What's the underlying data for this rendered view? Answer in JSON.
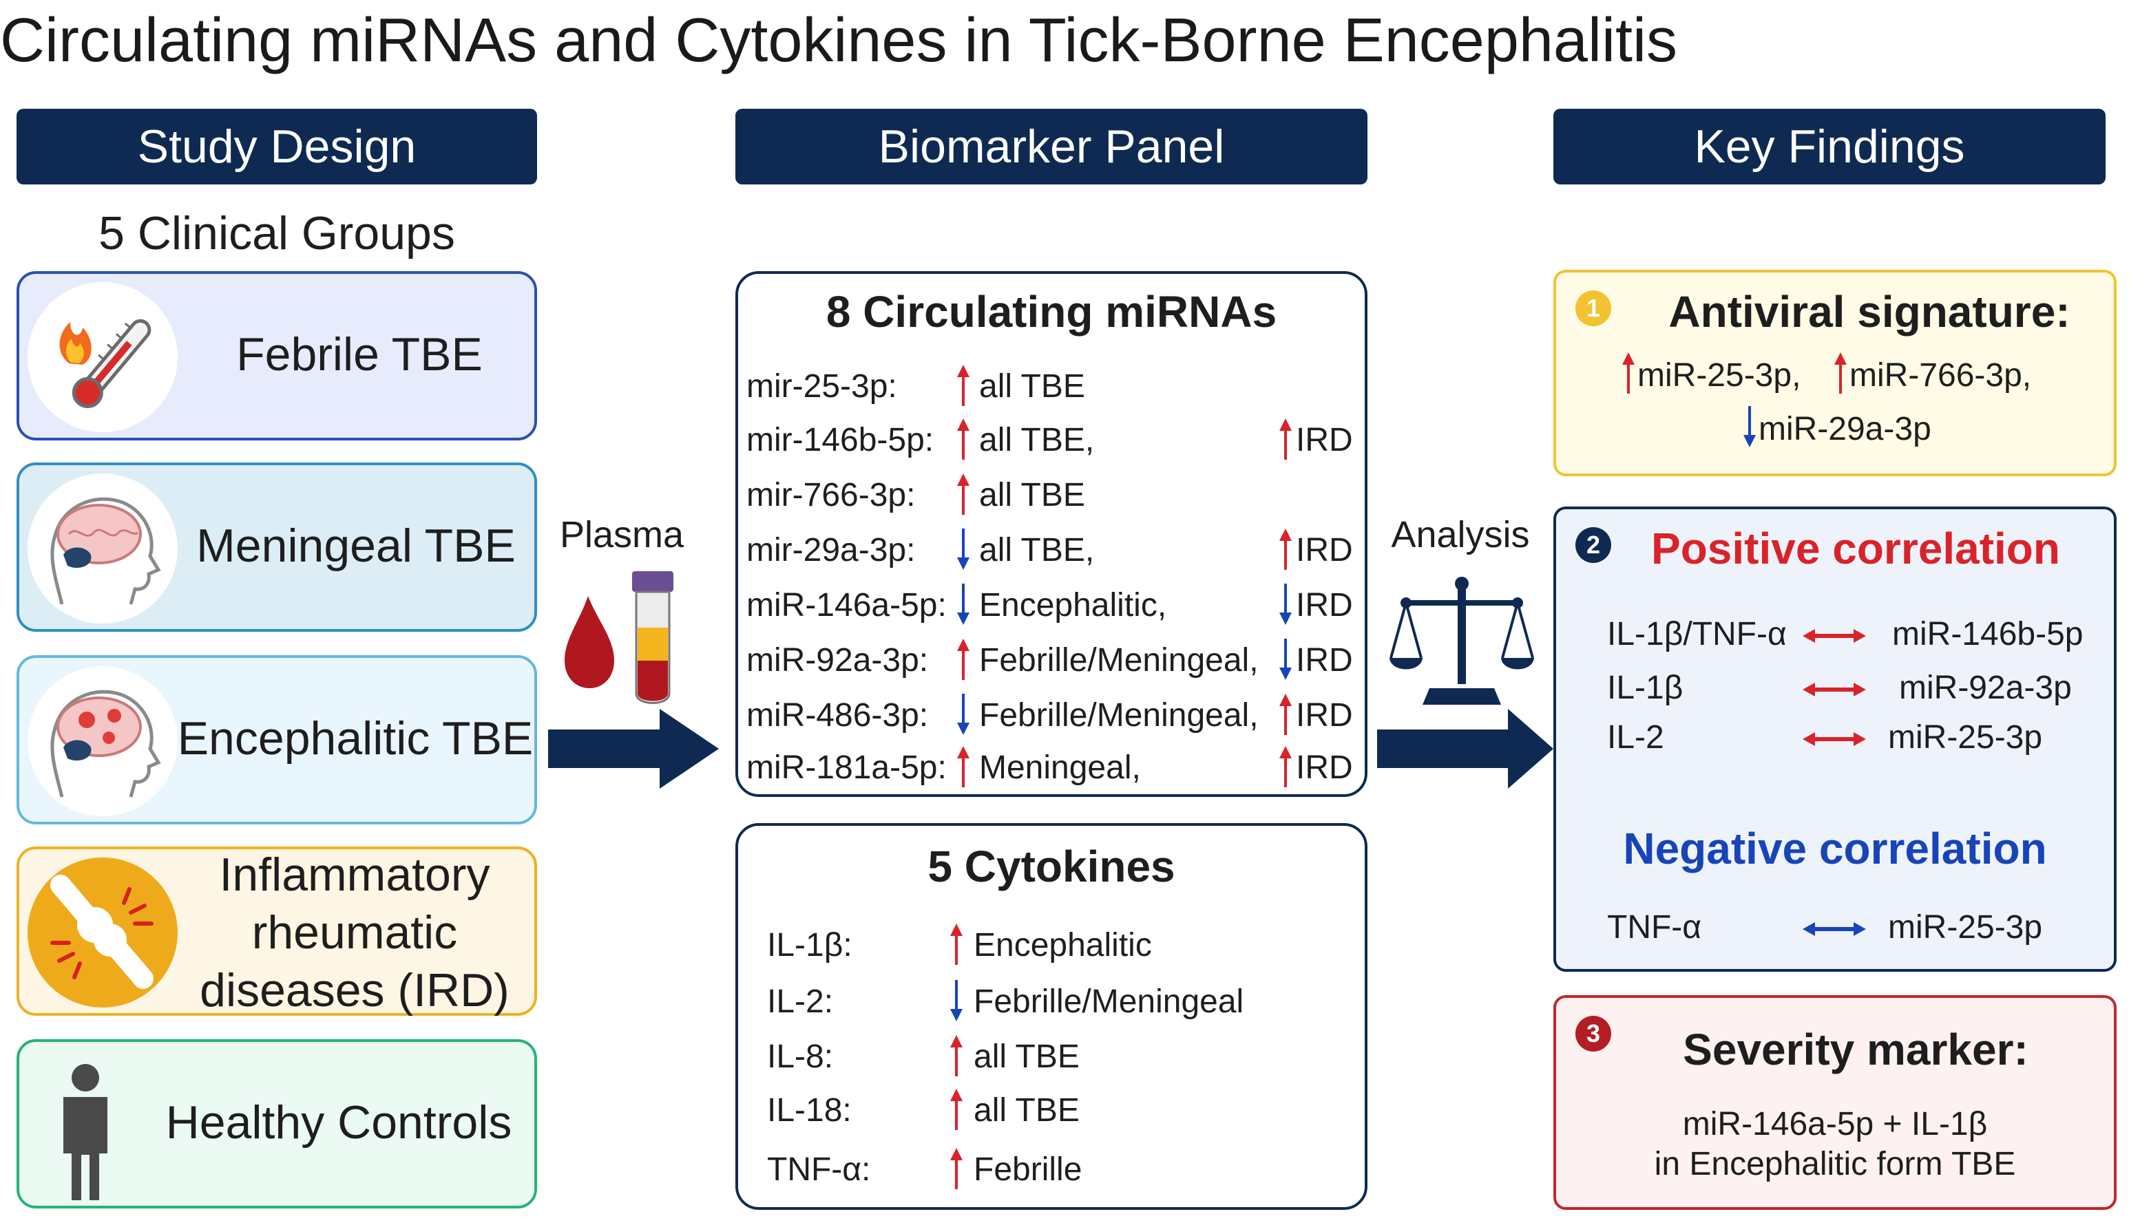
{
  "title": "Circulating miRNAs and Cytokines in Tick-Borne Encephalitis",
  "headers": {
    "study_design": "Study Design",
    "biomarker_panel": "Biomarker Panel",
    "key_findings": "Key Findings"
  },
  "groups_title": "5 Clinical Groups",
  "groups": [
    {
      "label": "Febrile TBE",
      "icon": "fever-thermometer-icon",
      "color": "#2b4fb3",
      "fill": "#e7ecfc"
    },
    {
      "label": "Meningeal TBE",
      "icon": "brain-head-icon",
      "color": "#2e8fc0",
      "fill": "#dcedf6"
    },
    {
      "label": "Encephalitic TBE",
      "icon": "inflamed-brain-head-icon",
      "color": "#64b8e0",
      "fill": "#eaf6fd"
    },
    {
      "label_lines": [
        "Inflammatory",
        "rheumatic",
        "diseases (IRD)"
      ],
      "icon": "inflamed-joint-icon",
      "color": "#efb024",
      "fill": "#fdf6e4"
    },
    {
      "label": "Healthy Controls",
      "icon": "person-icon",
      "color": "#25b37a",
      "fill": "#ebfaf3"
    }
  ],
  "flow": {
    "plasma": "Plasma",
    "analysis": "Analysis"
  },
  "mirna_panel": {
    "title": "8 Circulating miRNAs",
    "rows": [
      {
        "name": "mir-25-3p:",
        "dir": "up",
        "groups": "all TBE",
        "ird_dir": "",
        "ird": ""
      },
      {
        "name": "mir-146b-5p:",
        "dir": "up",
        "groups": "all TBE,",
        "ird_dir": "up",
        "ird": "IRD"
      },
      {
        "name": "mir-766-3p:",
        "dir": "up",
        "groups": "all TBE",
        "ird_dir": "",
        "ird": ""
      },
      {
        "name": "mir-29a-3p:",
        "dir": "down",
        "groups": "all TBE,",
        "ird_dir": "up",
        "ird": "IRD"
      },
      {
        "name": "miR-146a-5p:",
        "dir": "down",
        "groups": "Encephalitic,",
        "ird_dir": "down",
        "ird": "IRD"
      },
      {
        "name": "miR-92a-3p:",
        "dir": "up",
        "groups": "Febrille/Meningeal,",
        "ird_dir": "down",
        "ird": "IRD"
      },
      {
        "name": "miR-486-3p:",
        "dir": "down",
        "groups": "Febrille/Meningeal,",
        "ird_dir": "up",
        "ird": "IRD"
      },
      {
        "name": "miR-181a-5p:",
        "dir": "up",
        "groups": "Meningeal,",
        "ird_dir": "up",
        "ird": "IRD"
      }
    ]
  },
  "cytokine_panel": {
    "title": "5 Cytokines",
    "rows": [
      {
        "name": "IL-1β:",
        "dir": "up",
        "groups": "Encephalitic"
      },
      {
        "name": "IL-2:",
        "dir": "down",
        "groups": "Febrille/Meningeal"
      },
      {
        "name": "IL-8:",
        "dir": "up",
        "groups": "all TBE"
      },
      {
        "name": "IL-18:",
        "dir": "up",
        "groups": "all TBE"
      },
      {
        "name": "TNF-α:",
        "dir": "up",
        "groups": "Febrille"
      }
    ]
  },
  "findings": {
    "antiviral": {
      "number": "1",
      "title": "Antiviral signature:",
      "items": [
        {
          "dir": "up",
          "text": "miR-25-3p,"
        },
        {
          "dir": "up",
          "text": "miR-766-3p,"
        },
        {
          "dir": "down",
          "text": "miR-29a-3p"
        }
      ]
    },
    "correlation": {
      "number": "2",
      "positive_title": "Positive correlation",
      "positive": [
        {
          "left": "IL-1β/TNF-α",
          "right": "miR-146b-5p"
        },
        {
          "left": "IL-1β",
          "right": "miR-92a-3p"
        },
        {
          "left": "IL-2",
          "right": "miR-25-3p"
        }
      ],
      "negative_title": "Negative correlation",
      "negative": [
        {
          "left": "TNF-α",
          "right": "miR-25-3p"
        }
      ]
    },
    "severity": {
      "number": "3",
      "title": "Severity marker:",
      "line1": "miR-146a-5p + IL-1β",
      "line2": "in Encephalitic form TBE"
    }
  },
  "colors": {
    "navy": "#0f2a52",
    "up_arrow": "#d9232a",
    "down_arrow": "#1744b8",
    "positive": "#d9232a",
    "negative": "#1744b8",
    "antiviral_border": "#f2c230",
    "antiviral_fill": "#fffbe6",
    "correlation_border": "#0f2a52",
    "correlation_fill": "#eef3fb",
    "severity_border": "#c1272d",
    "severity_fill": "#fdf1f1"
  }
}
